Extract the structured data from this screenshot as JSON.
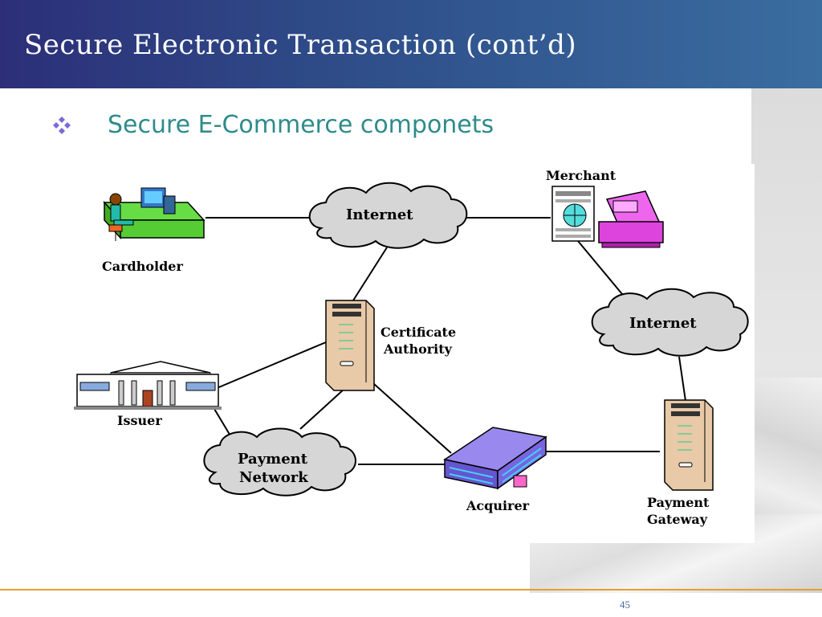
{
  "slide": {
    "title": "Secure Electronic Transaction (cont’d)",
    "bullet_text": "Secure E-Commerce componets",
    "page_number": "45"
  },
  "diagram": {
    "labels": {
      "cardholder": "Cardholder",
      "internet_top": "Internet",
      "merchant": "Merchant",
      "internet_right": "Internet",
      "certificate_authority_line1": "Certificate",
      "certificate_authority_line2": "Authority",
      "issuer": "Issuer",
      "payment_network_line1": "Payment",
      "payment_network_line2": "Network",
      "acquirer": "Acquirer",
      "payment_gateway_line1": "Payment",
      "payment_gateway_line2": "Gateway"
    }
  },
  "colors": {
    "title_bar_start": "#2c2f78",
    "title_bar_end": "#3a6da0",
    "bullet_text": "#2e8b8b",
    "footer_line": "#e0a030",
    "cloud_fill": "#d6d6d6"
  }
}
